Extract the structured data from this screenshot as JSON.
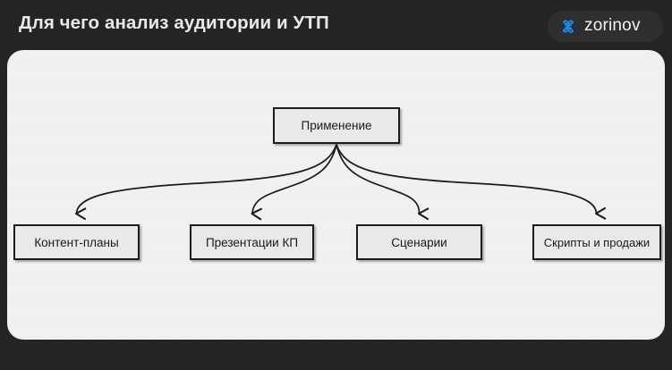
{
  "header": {
    "title": "Для чего анализ аудитории и УТП",
    "brand": {
      "name": "zorinov",
      "logo_icon": "zorinov-cluster-icon",
      "accent_color": "#1b8df0",
      "pill_color": "#2f2f2f"
    }
  },
  "theme": {
    "background_color": "#232323",
    "card_color": "#f1f1f1",
    "node_fill": "#e9e9e9",
    "node_border": "#1b1b1b",
    "title_color": "#e9e9e9"
  },
  "diagram": {
    "type": "flowchart",
    "direction": "top-down-fan",
    "root": {
      "id": "root",
      "label": "Применение"
    },
    "leaves": [
      {
        "id": "leaf-1",
        "label": "Контент-планы"
      },
      {
        "id": "leaf-2",
        "label": "Презентации КП"
      },
      {
        "id": "leaf-3",
        "label": "Сценарии"
      },
      {
        "id": "leaf-4",
        "label": "Скрипты и продажи"
      }
    ],
    "edges": [
      {
        "from": "root",
        "to": "leaf-1",
        "arrow": "down"
      },
      {
        "from": "root",
        "to": "leaf-2",
        "arrow": "down"
      },
      {
        "from": "root",
        "to": "leaf-3",
        "arrow": "down"
      },
      {
        "from": "root",
        "to": "leaf-4",
        "arrow": "down"
      }
    ]
  }
}
